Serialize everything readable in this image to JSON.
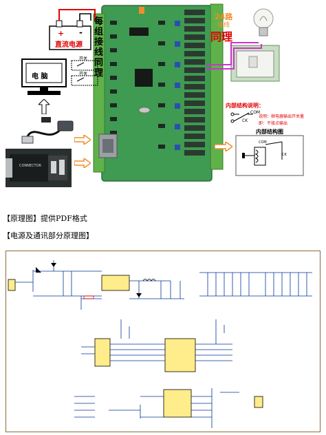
{
  "top": {
    "label_24lu": "24路",
    "label_jiexian": "接线",
    "label_tongli_right": "同理",
    "vertical_text": [
      "每",
      "组",
      "接",
      "线",
      "同",
      "理"
    ],
    "dc_power_label": "直流电源",
    "plus_sign": "+",
    "minus_sign": "-",
    "switch_label_1": "开关",
    "switch_label_2": "开关",
    "computer_label": "电  脑",
    "internal_title": "内部结构说明：",
    "com_label": "COM",
    "ck_label": "CK",
    "note_line1": "说明：继电器输出开关量",
    "note_line2": "即：干接点输出",
    "internal_fig_title": "内部结构图",
    "diagram_com": "COM",
    "diagram_ck": "CK",
    "adapter_brand": "CONNECTOR"
  },
  "sections": {
    "schematic_note": "【原理图】提供PDF格式",
    "power_comm_title": "【电源及通讯部分原理图】"
  },
  "colors": {
    "board_green": "#3f9a52",
    "terminal_green": "#5fb24a",
    "relay_dark": "#2b3a2f",
    "wire_red": "#e00000",
    "wire_magenta": "#cc33cc",
    "arrow_orange": "#f28c28",
    "schematic_border": "#8a6a3a"
  }
}
